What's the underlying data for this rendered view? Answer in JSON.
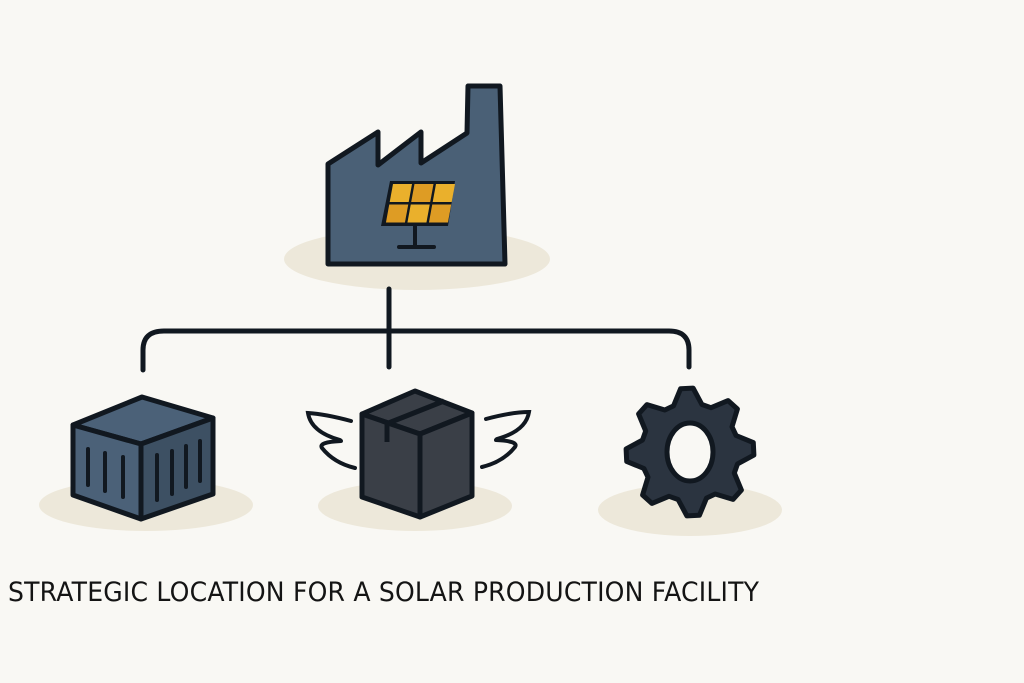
{
  "diagram": {
    "title": "STRATEGIC LOCATION FOR A SOLAR PRODUCTION FACILITY",
    "root": {
      "label": "Solar factory",
      "icon": "factory-solar-panel-icon"
    },
    "children": [
      {
        "label": "Shipping container",
        "icon": "shipping-container-icon"
      },
      {
        "label": "Fast delivery package",
        "icon": "winged-box-icon"
      },
      {
        "label": "Operations gear",
        "icon": "gear-icon"
      }
    ]
  },
  "colors": {
    "background": "#f9f8f4",
    "shadow": "#ede8da",
    "outline": "#111820",
    "factory": "#4a6076",
    "container_front": "#4b6178",
    "container_side": "#3d5063",
    "box": "#3a3f47",
    "gear": "#2b3440",
    "panel_cell": "#eab02c",
    "panel_cell_dark": "#de9c24",
    "text": "#141414"
  }
}
